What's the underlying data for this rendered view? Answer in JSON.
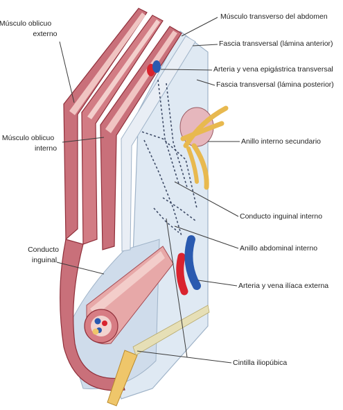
{
  "labels": {
    "musculo_oblicuo_externo": [
      "Músculo oblicuo",
      "externo"
    ],
    "musculo_oblicuo_interno": [
      "Músculo oblicuo",
      "interno"
    ],
    "conducto_inguinal": [
      "Conducto",
      "inguinal"
    ],
    "musculo_transverso": "Músculo transverso del abdomen",
    "fascia_anterior": "Fascia transversal (lámina anterior)",
    "arteria_epigastrica": "Arteria y vena epigástrica transversal",
    "fascia_posterior": "Fascia transversal (lámina posterior)",
    "anillo_interno_secundario": "Anillo interno secundario",
    "conducto_inguinal_interno": "Conducto inguinal interno",
    "anillo_abdominal_interno": "Anillo abdominal interno",
    "arteria_iliaca": "Arteria y vena ilíaca externa",
    "cintilla_iliopubica": "Cintilla iliopúbica"
  },
  "colors": {
    "muscle": "#c9707a",
    "muscle_dark": "#8f2f3a",
    "muscle_light": "#f0c4c2",
    "fascia": "#dde7f1",
    "fascia_edge": "#9fb3c8",
    "artery": "#d9232e",
    "vein": "#2a5ab0",
    "cord": "#efc66a"
  }
}
